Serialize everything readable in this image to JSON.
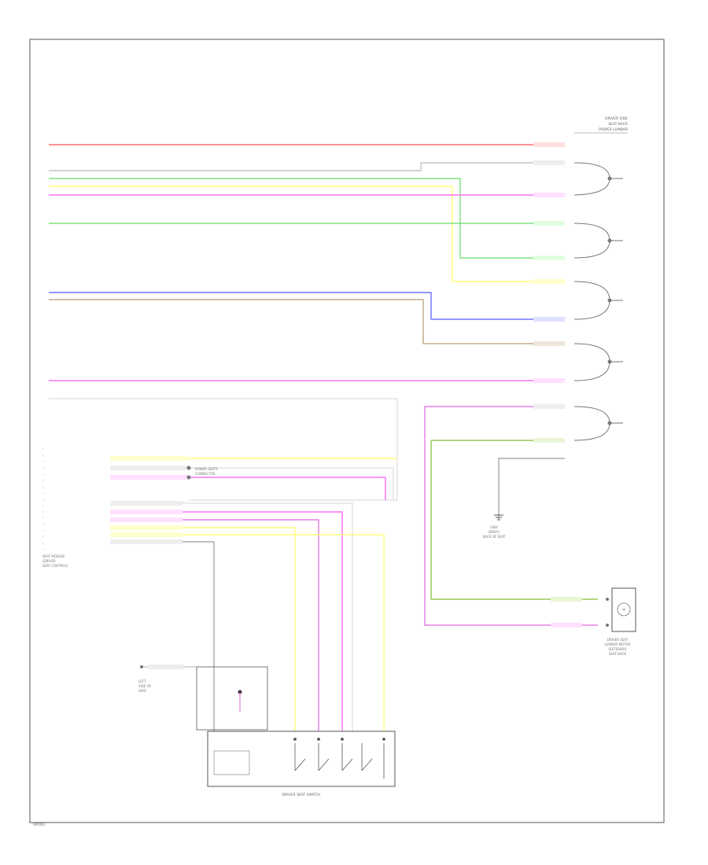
{
  "colors": {
    "frame": "#555555",
    "connector": "#777777",
    "wire_red": "#ff4d4d",
    "wire_green": "#66dd66",
    "wire_light_green": "#aaee99",
    "wire_pink": "#ff55ff",
    "wire_yellow": "#ffff66",
    "wire_blue": "#5555ff",
    "wire_tan": "#b49a6e",
    "wire_olive": "#88bb33",
    "wire_gray": "#999999",
    "wire_violet": "#dd66dd"
  },
  "labels": {
    "top_right": [
      "DRIVER SIDE",
      "SEAT BACK",
      "POWER LUMBAR"
    ],
    "bottom_right": [
      "DRIVER SEAT",
      "LUMBAR MOTOR",
      "(EXTERIOR)",
      "SEAT BACK"
    ],
    "module_left": [
      "SEAT MODULE",
      "(DRIVER",
      "SEAT CONTROL)"
    ],
    "connector_mid": [
      "POWER SEATS",
      "CONNECTOR"
    ],
    "ground_mid": [
      "GND",
      "(BODY)",
      "BACK OF SEAT"
    ],
    "switch_left": [
      "LEFT",
      "SIDE OF",
      "SEAT"
    ],
    "switch_caption": "DRIVER SEAT SWITCH",
    "footer": "WIRING"
  }
}
